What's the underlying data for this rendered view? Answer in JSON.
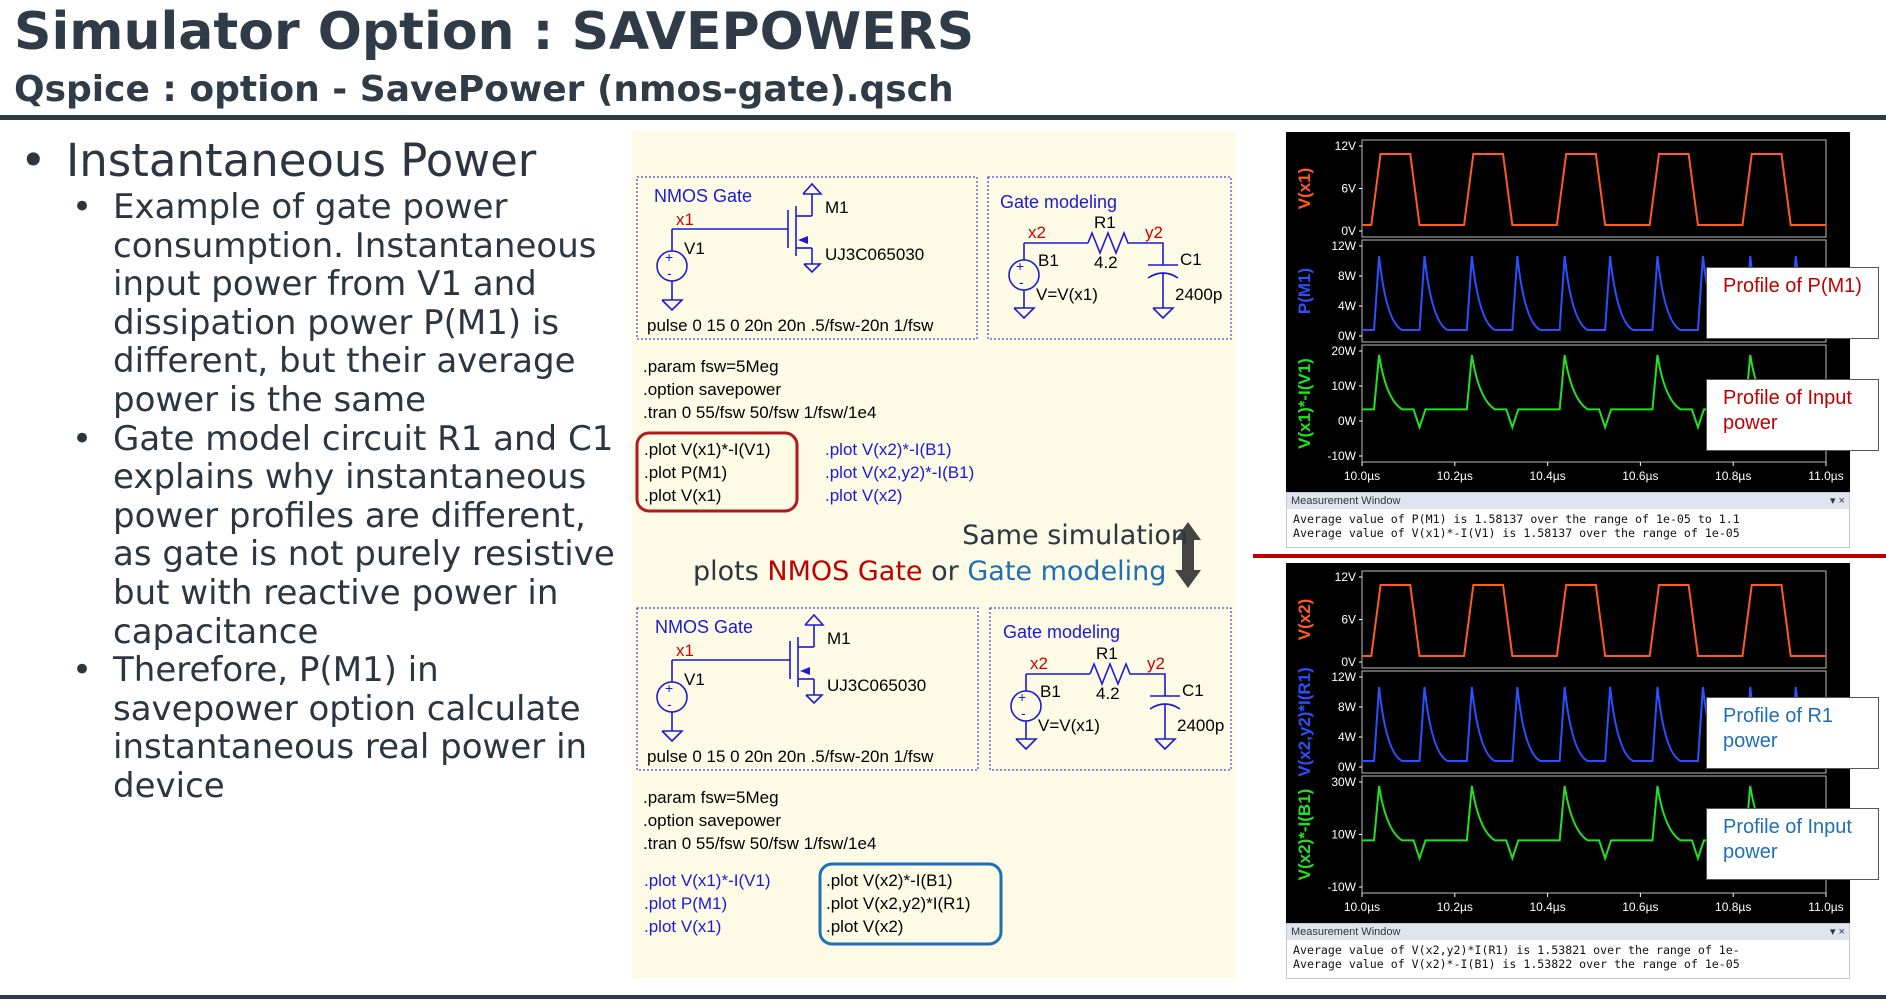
{
  "header": {
    "title": "Simulator Option : SAVEPOWERS",
    "subtitle": "Qspice : option - SavePower (nmos-gate).qsch"
  },
  "bullets": {
    "main": "Instantaneous Power",
    "items": [
      "Example of gate power consumption. Instantaneous input power from V1 and dissipation power P(M1) is different, but their average power is the same",
      "Gate model circuit R1 and C1 explains why instantaneous power profiles are different, as gate is not purely resistive but with reactive power in capacitance",
      "Therefore, P(M1) in savepower option calculate instantaneous real power in device"
    ]
  },
  "schematic": {
    "nmos_title": "NMOS Gate",
    "gate_title": "Gate modeling",
    "net_x1": "x1",
    "net_x2": "x2",
    "net_y2": "y2",
    "m1": "M1",
    "m1_model": "UJ3C065030",
    "v1": "V1",
    "b1": "B1",
    "b1_expr": "V=V(x1)",
    "r1": "R1",
    "r1_value": "4.2",
    "c1": "C1",
    "c1_value": "2400p",
    "pulse": "pulse 0 15 0 20n 20n .5/fsw-20n 1/fsw",
    "param": ".param fsw=5Meg",
    "option": ".option savepower",
    "tran": ".tran 0 55/fsw 50/fsw 1/fsw/1e4"
  },
  "plots_top": {
    "left": [
      ".plot V(x1)*-I(V1)",
      ".plot P(M1)",
      ".plot V(x1)"
    ],
    "right": [
      ".plot V(x2)*-I(B1)",
      ".plot V(x2,y2)*-I(B1)",
      ".plot V(x2)"
    ]
  },
  "plots_bottom": {
    "left": [
      ".plot V(x1)*-I(V1)",
      ".plot P(M1)",
      ".plot V(x1)"
    ],
    "right": [
      ".plot V(x2)*-I(B1)",
      ".plot V(x2,y2)*I(R1)",
      ".plot V(x2)"
    ]
  },
  "middle": {
    "same_simulation": "Same simulation",
    "plots_prefix": "plots",
    "nmos_gate": "NMOS Gate",
    "or": "or",
    "gate_modeling": "Gate modeling"
  },
  "waveforms_top": {
    "y1_label": "V(x1)",
    "y1_ticks": [
      "12V",
      "6V",
      "0V"
    ],
    "y2_label": "P(M1)",
    "y2_ticks": [
      "12W",
      "8W",
      "4W",
      "0W"
    ],
    "y3_label": "V(x1)*-I(V1)",
    "y3_ticks": [
      "20W",
      "10W",
      "0W",
      "-10W"
    ],
    "x_ticks": [
      "10.0µs",
      "10.2µs",
      "10.4µs",
      "10.6µs",
      "10.8µs",
      "11.0µs"
    ],
    "callout_1": "Profile of P(M1)",
    "callout_2": "Profile of Input power",
    "meas_title": "Measurement Window",
    "meas_controls": "▾ ×",
    "meas_line_1": "Average value of P(M1) is 1.58137 over the range of 1e-05 to 1.1",
    "meas_line_2": "Average value of V(x1)*-I(V1) is 1.58137 over the range of 1e-05"
  },
  "waveforms_bottom": {
    "y1_label": "V(x2)",
    "y1_ticks": [
      "12V",
      "6V",
      "0V"
    ],
    "y2_label": "V(x2,y2)*I(R1)",
    "y2_ticks": [
      "12W",
      "8W",
      "4W",
      "0W"
    ],
    "y3_label": "V(x2)*-I(B1)",
    "y3_ticks": [
      "30W",
      "10W",
      "-10W"
    ],
    "x_ticks": [
      "10.0µs",
      "10.2µs",
      "10.4µs",
      "10.6µs",
      "10.8µs",
      "11.0µs"
    ],
    "callout_1": "Profile of R1 power",
    "callout_2": "Profile of Input power",
    "meas_title": "Measurement Window",
    "meas_controls": "▾ ×",
    "meas_line_1": "Average value of V(x2,y2)*I(R1) is 1.53821 over the range of 1e-",
    "meas_line_2": "Average value of V(x2)*-I(B1) is 1.53822 over the range of 1e-05"
  },
  "colors": {
    "accent_dark": "#2f3c48",
    "red": "#c00000",
    "blue": "#1f6fb5",
    "schematic_blue": "#1a1ad6",
    "trace_orange": "#ff5a1f",
    "trace_blue": "#2a50ff",
    "trace_green": "#22e022",
    "panel_bg": "#fdfbe6"
  }
}
